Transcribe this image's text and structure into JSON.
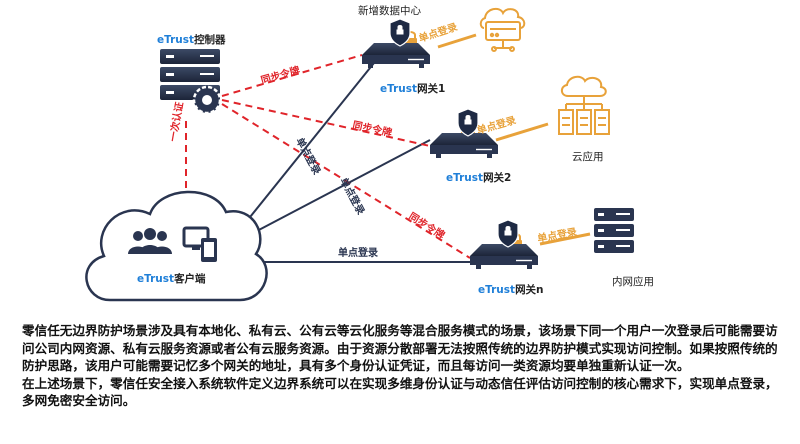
{
  "labels": {
    "controller": {
      "brand": "eTrust",
      "suffix": "控制器"
    },
    "gateway1": {
      "brand": "eTrust",
      "suffix": "网关1"
    },
    "gateway2": {
      "brand": "eTrust",
      "suffix": "网关2"
    },
    "gatewayn": {
      "brand": "eTrust",
      "suffix": "网关n"
    },
    "client": {
      "brand": "eTrust",
      "suffix": "客户端"
    },
    "datacenter": "新增数据中心",
    "cloud_app": "云应用",
    "intranet_app": "内网应用"
  },
  "edges": {
    "sync_token": "同步令牌",
    "sso": "单点登录",
    "once_auth": "一次认证"
  },
  "colors": {
    "orange": "#e8a23a",
    "red": "#e0242a",
    "navy": "#2a3550",
    "brand": "#1f7fd8"
  },
  "description": {
    "p1": "零信任无边界防护场景涉及具有本地化、私有云、公有云等云化服务等混合服务模式的场景，该场景下同一个用户一次登录后可能需要访问公司内网资源、私有云服务资源或者公有云服务资源。由于资源分散部署无法按照传统的边界防护模式实现访问控制。如果按照传统的防护思路，该用户可能需要记忆多个网关的地址，具有多个身份认证凭证，而且每访问一类资源均要单独重新认证一次。",
    "p2": "在上述场景下，零信任安全接入系统软件定义边界系统可以在实现多维身份认证与动态信任评估访问控制的核心需求下，实现单点登录，多网免密安全访问。"
  }
}
